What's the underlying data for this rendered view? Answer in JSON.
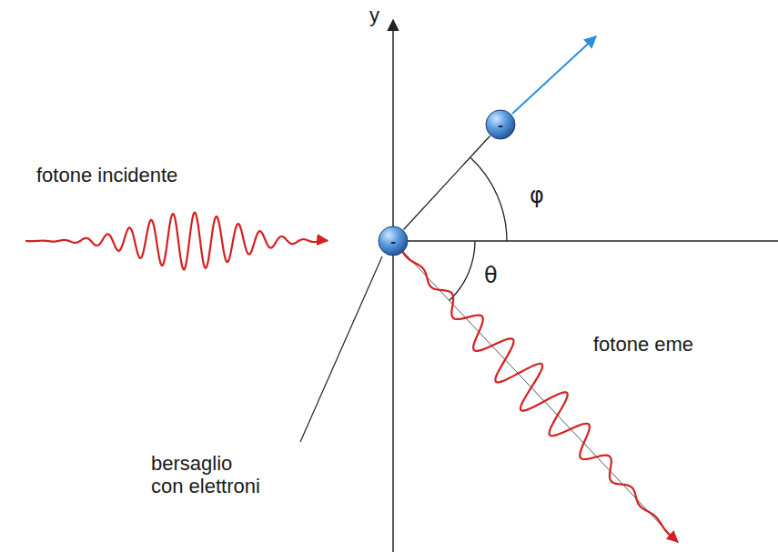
{
  "diagram": {
    "nodes": [
      {
        "text": [
          "-"
        ]
      },
      {
        "text": [
          "-"
        ]
      }
    ],
    "edges": [
      {
        "from": 0,
        "to": 1,
        "arrow": "none"
      }
    ],
    "labels": [
      "y",
      "fotone incidente",
      "φ",
      "θ",
      "fotone eme",
      "bersaglio con elettroni"
    ]
  }
}
